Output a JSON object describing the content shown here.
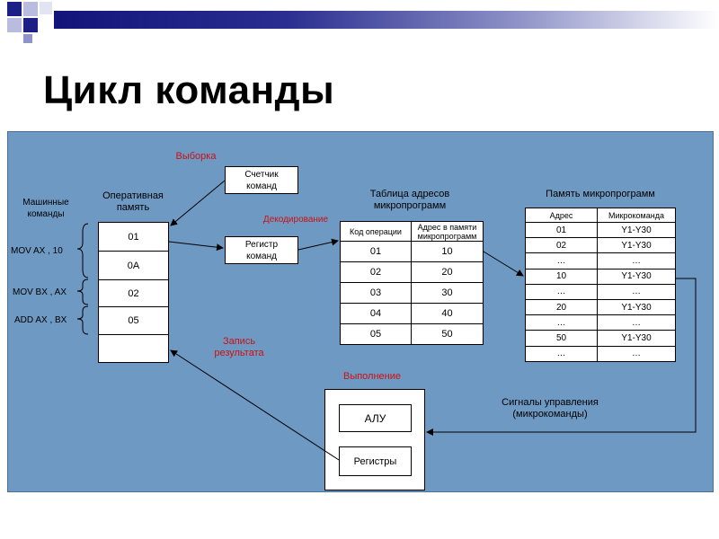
{
  "title": "Цикл команды",
  "labels": {
    "fetch": "Выборка",
    "decode": "Декодирование",
    "write_result": "Запись результата",
    "execute": "Выполнение",
    "control_signals": "Сигналы управления (микрокоманды)",
    "machine_commands": "Машинные команды",
    "ram": "Оперативная память",
    "address_table": "Таблица адресов микропрограмм",
    "microprogram_memory": "Память микропрограмм"
  },
  "blocks": {
    "counter": "Счетчик команд",
    "register": "Регистр команд",
    "alu": "АЛУ",
    "registers": "Регистры"
  },
  "machine_commands": [
    "MOV AX , 10",
    "MOV BX , AX",
    "ADD AX , BX"
  ],
  "memory_cells": [
    "01",
    "0A",
    "02",
    "05",
    ""
  ],
  "address_table": {
    "headers": [
      "Код операции",
      "Адрес в памяти микропрограмм"
    ],
    "rows": [
      [
        "01",
        "10"
      ],
      [
        "02",
        "20"
      ],
      [
        "03",
        "30"
      ],
      [
        "04",
        "40"
      ],
      [
        "05",
        "50"
      ]
    ]
  },
  "micro_memory": {
    "headers": [
      "Адрес",
      "Микрокоманда"
    ],
    "rows": [
      [
        "01",
        "Y1-Y30"
      ],
      [
        "02",
        "Y1-Y30"
      ],
      [
        "…",
        "…"
      ],
      [
        "10",
        "Y1-Y30"
      ],
      [
        "…",
        "…"
      ],
      [
        "20",
        "Y1-Y30"
      ],
      [
        "…",
        "…"
      ],
      [
        "50",
        "Y1-Y30"
      ],
      [
        "…",
        "…"
      ]
    ]
  }
}
